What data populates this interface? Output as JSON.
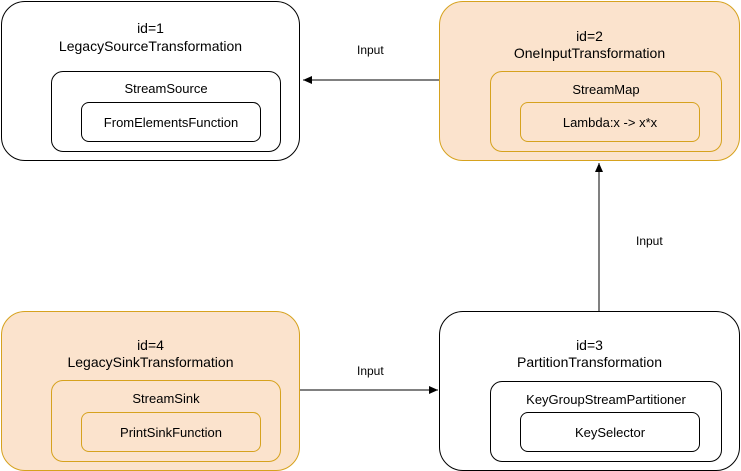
{
  "nodes": {
    "n1": {
      "id_label": "id=1",
      "type_label": "LegacySourceTransformation",
      "operator": "StreamSource",
      "function": "FromElementsFunction"
    },
    "n2": {
      "id_label": "id=2",
      "type_label": "OneInputTransformation",
      "operator": "StreamMap",
      "function": "Lambda:x -> x*x"
    },
    "n3": {
      "id_label": "id=3",
      "type_label": "PartitionTransformation",
      "operator": "KeyGroupStreamPartitioner",
      "function": "KeySelector"
    },
    "n4": {
      "id_label": "id=4",
      "type_label": "LegacySinkTransformation",
      "operator": "StreamSink",
      "function": "PrintSinkFunction"
    }
  },
  "edges": {
    "e21": {
      "label": "Input"
    },
    "e32": {
      "label": "Input"
    },
    "e43": {
      "label": "Input"
    }
  },
  "colors": {
    "highlight_fill": "#fbe3cd",
    "highlight_stroke": "#d6a21e"
  }
}
